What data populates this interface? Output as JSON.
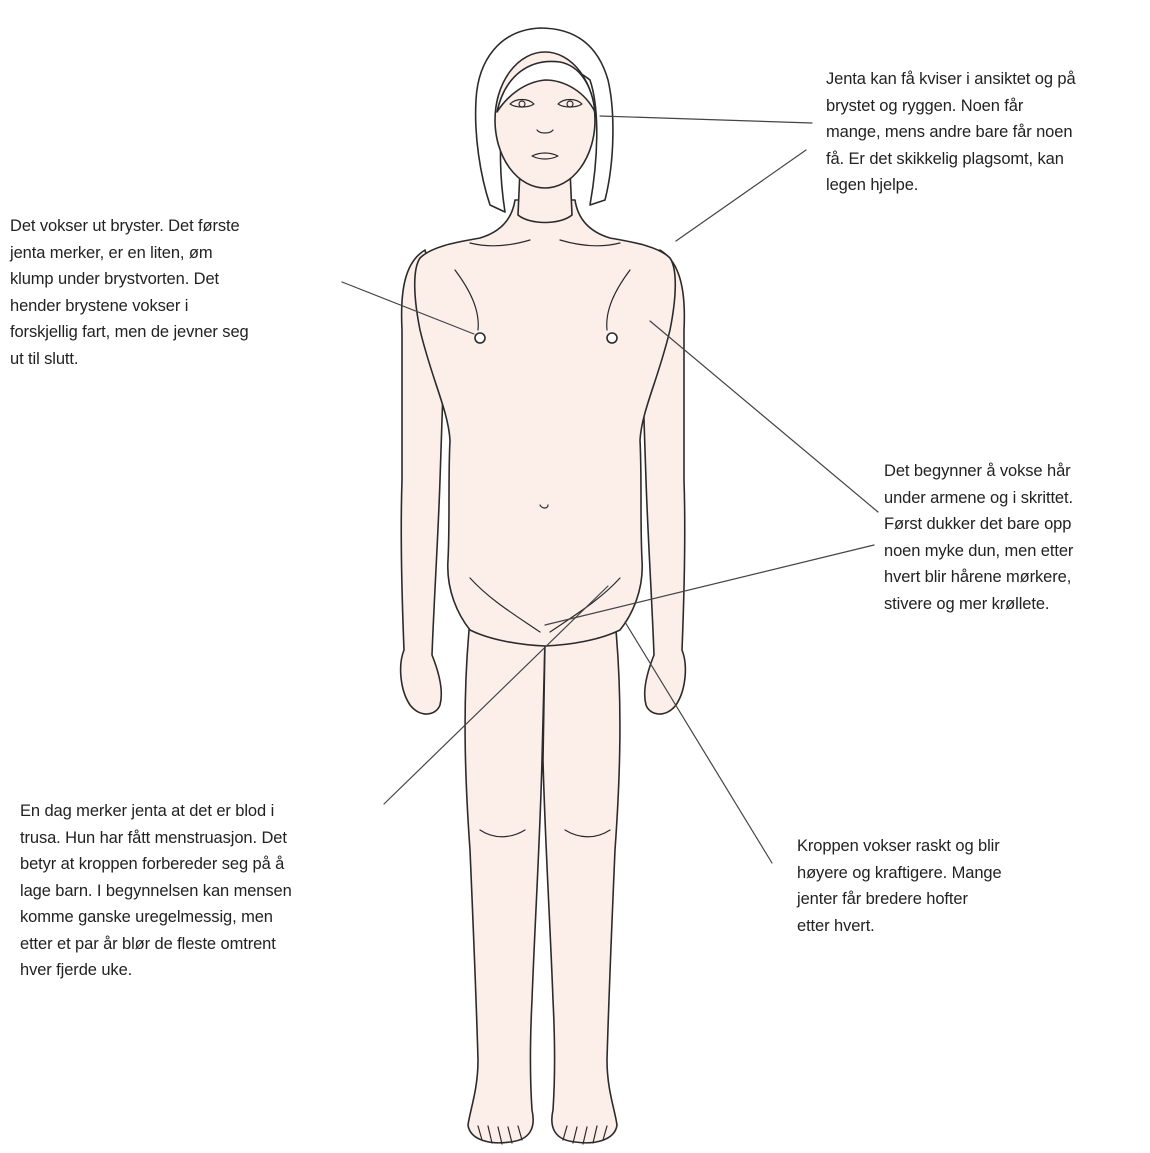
{
  "figure": {
    "subject_icon": "girl-body-outline",
    "colors": {
      "skin_fill": "#fcefea",
      "outline": "#2b2b2b",
      "leader_line": "#444444",
      "text": "#222222",
      "background": "#ffffff"
    }
  },
  "annotations": {
    "acne": "Jenta kan få kviser i ansiktet og på\nbrystet og ryggen. Noen får\nmange, mens andre bare får noen\nfå. Er det skikkelig plagsomt, kan\nlegen hjelpe.",
    "breasts": "Det vokser ut bryster. Det første\njenta merker, er en liten, øm\nklump under brystvorten. Det\nhender brystene vokser i\nforskjellig fart, men de jevner seg\nut til slutt.",
    "hair": "Det begynner å vokse hår\nunder armene og i skrittet.\nFørst dukker det bare opp\nnoen myke dun, men etter\nhvert blir hårene mørkere,\nstivere og mer krøllete.",
    "menstruation": "En dag merker jenta at det er blod i\ntrusa. Hun har fått menstruasjon. Det\nbetyr at kroppen forbereder seg på å\nlage barn. I begynnelsen kan mensen\nkomme ganske uregelmessig, men\netter et par år blør de fleste omtrent\nhver fjerde uke.",
    "growth": "Kroppen vokser raskt og blir\nhøyere og kraftigere. Mange\njenter får bredere hofter\netter hvert."
  }
}
